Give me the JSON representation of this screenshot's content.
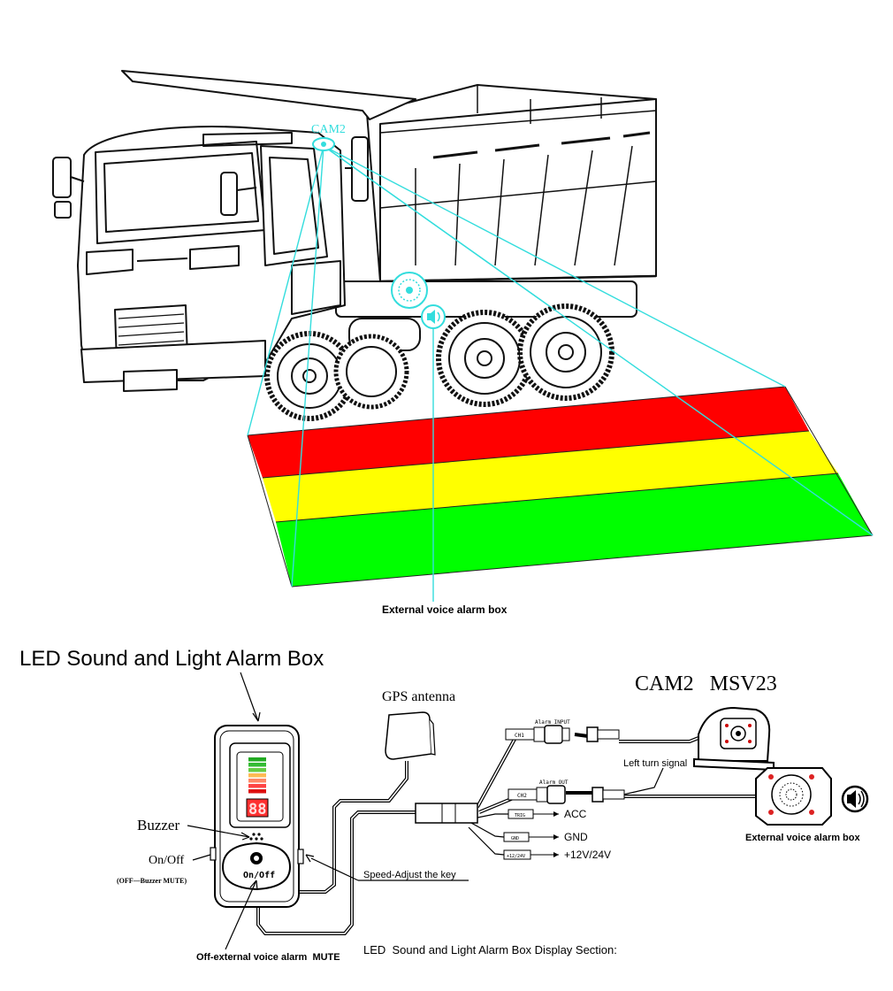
{
  "truck_section": {
    "camera_label": "CAM2",
    "external_alarm_caption": "External voice alarm box",
    "zone_colors": {
      "red": "#ff0000",
      "yellow": "#ffff00",
      "green": "#00ff00"
    },
    "view_line_color": "#33dddd"
  },
  "wiring_section": {
    "title": "LED Sound and Light Alarm Box",
    "gps_label": "GPS antenna",
    "camera_model": "CAM2   MSV23",
    "buzzer_label": "Buzzer",
    "onoff_label": "On/Off",
    "onoff_note": "(OFF—Buzzer MUTE)",
    "button_label": "On/Off",
    "display_digits": "88",
    "speed_key_label": "Speed-Adjust the key",
    "off_note": "Off-external voice alarm  MUTE",
    "display_section_caption": "LED  Sound and Light Alarm Box Display Section:",
    "left_turn_label": "Left turn signal",
    "external_alarm_caption": "External voice alarm box",
    "connectors": {
      "alarm_input": "Alarm INPUT",
      "alarm_out": "Alarm OUT",
      "ch1": "CH1",
      "ch2": "CH2",
      "trig": "TRIG",
      "gnd": "GND",
      "power": "+12/24V"
    },
    "wire_labels": {
      "acc": "ACC",
      "gnd": "GND",
      "power": "+12V/24V"
    },
    "led_bar_colors": [
      "#22aa22",
      "#33bb33",
      "#66cc44",
      "#ffbb55",
      "#ff8866",
      "#ff4444",
      "#dd1111"
    ]
  }
}
